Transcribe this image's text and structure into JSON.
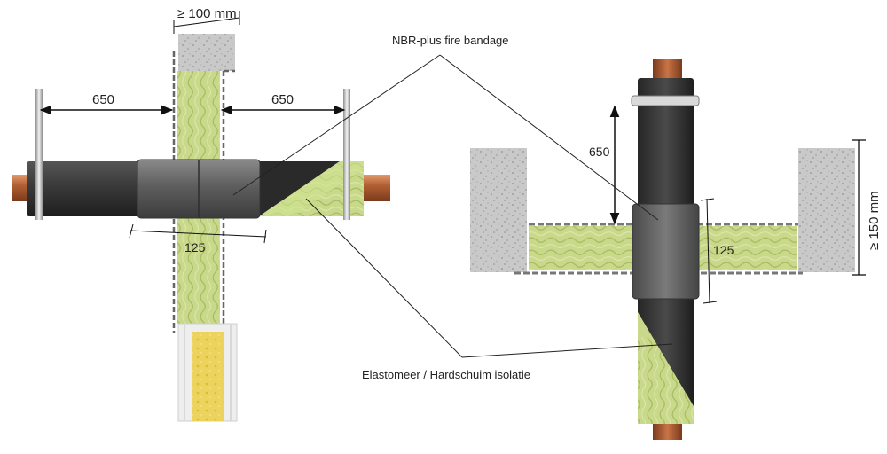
{
  "labels": {
    "wall_thickness": "≥ 100 mm",
    "floor_thickness": "≥ 150 mm",
    "distance_left": "650",
    "distance_right": "650",
    "distance_vertical": "650",
    "bandage_width_left": "125",
    "bandage_width_right": "125",
    "bandage_callout": "NBR-plus fire bandage",
    "insulation_callout": "Elastomeer / Hardschuim isolatie"
  }
}
